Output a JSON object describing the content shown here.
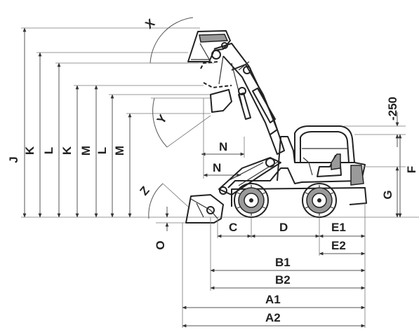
{
  "dimensions": {
    "J": "J",
    "K_outer": "K",
    "L_outer": "L",
    "K_inner": "K",
    "M_outer": "M",
    "L_inner": "L",
    "M_inner": "M",
    "X": "X",
    "Y": "Y",
    "Z": "Z",
    "O": "O",
    "N_upper": "N",
    "N_lower": "N",
    "C": "C",
    "D": "D",
    "E1": "E1",
    "E2": "E2",
    "B1": "B1",
    "B2": "B2",
    "A1": "A1",
    "A2": "A2",
    "F": "F",
    "G": "G",
    "minus250": "-250"
  }
}
